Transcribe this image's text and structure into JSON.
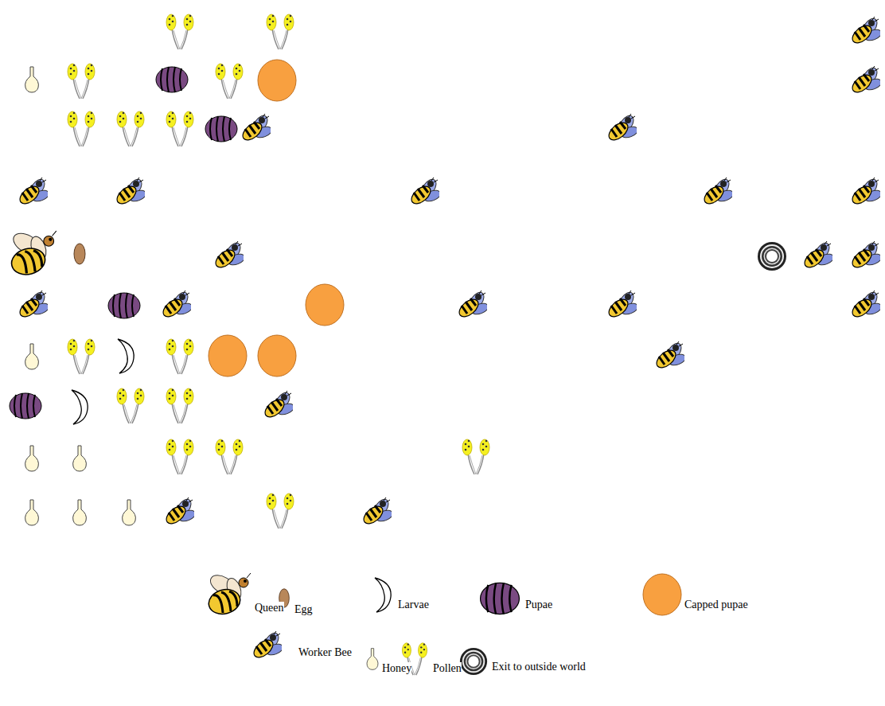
{
  "diagram": {
    "legend": [
      {
        "text": "Queen"
      },
      {
        "text": "Egg"
      },
      {
        "text": "Larvae"
      },
      {
        "text": "Pupae"
      },
      {
        "text": "Capped pupae"
      },
      {
        "text": "Worker Bee"
      },
      {
        "text": "Honey"
      },
      {
        "text": "Pollen"
      },
      {
        "text": "Exit to outside world"
      }
    ]
  }
}
